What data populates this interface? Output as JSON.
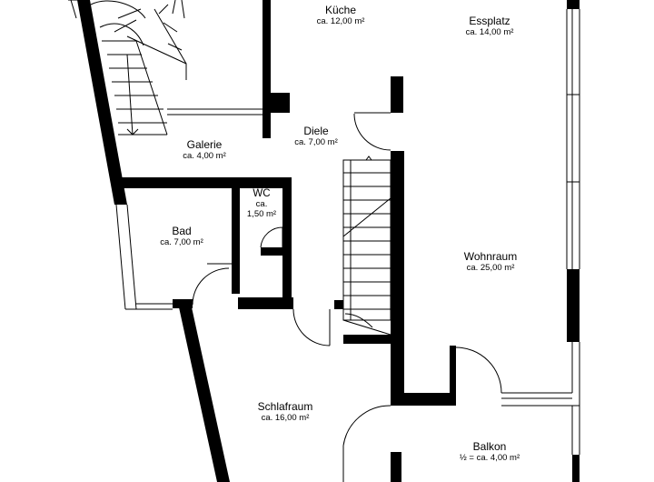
{
  "rooms": {
    "kueche": {
      "name": "Küche",
      "area": "ca. 12,00 m²"
    },
    "essplatz": {
      "name": "Essplatz",
      "area": "ca. 14,00 m²"
    },
    "diele": {
      "name": "Diele",
      "area": "ca. 7,00 m²"
    },
    "galerie": {
      "name": "Galerie",
      "area": "ca. 4,00 m²"
    },
    "wc": {
      "name": "WC",
      "area_line1": "ca.",
      "area_line2": "1,50 m²"
    },
    "bad": {
      "name": "Bad",
      "area": "ca. 7,00 m²"
    },
    "wohnraum": {
      "name": "Wohnraum",
      "area": "ca. 25,00 m²"
    },
    "schlafraum": {
      "name": "Schlafraum",
      "area": "ca. 16,00 m²"
    },
    "balkon": {
      "name": "Balkon",
      "area": "½ = ca. 4,00 m²"
    }
  },
  "colors": {
    "wall": "#000000",
    "line": "#000000",
    "background": "#ffffff"
  }
}
